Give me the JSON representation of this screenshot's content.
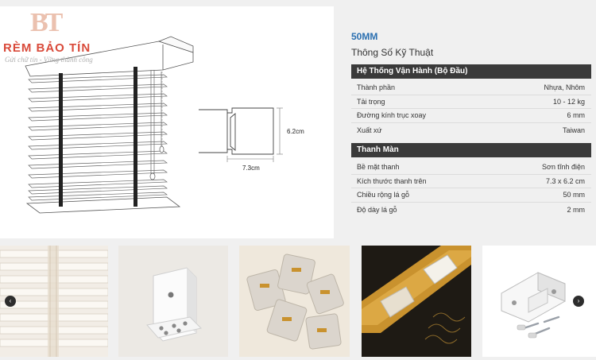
{
  "logo": {
    "mark": "BT",
    "name": "RÈM BẢO TÍN",
    "slogan": "Gửi chữ tín - Vững thành công"
  },
  "diagram": {
    "width_label": "7.3cm",
    "height_label": "6.2cm"
  },
  "spec": {
    "model": "50MM",
    "title": "Thông Số Kỹ Thuật",
    "sections": [
      {
        "heading": "Hệ Thống Vận Hành (Bộ Đầu)",
        "rows": [
          {
            "label": "Thành phần",
            "value": "Nhựa, Nhôm"
          },
          {
            "label": "Tải trọng",
            "value": "10 - 12 kg"
          },
          {
            "label": "Đường kính trục xoay",
            "value": "6 mm"
          },
          {
            "label": "Xuất xứ",
            "value": "Taiwan"
          }
        ]
      },
      {
        "heading": "Thanh Màn",
        "rows": [
          {
            "label": "Bề mặt thanh",
            "value": "Sơn tĩnh điện"
          },
          {
            "label": "Kích thước thanh trên",
            "value": "7.3 x 6.2 cm"
          },
          {
            "label": "Chiều rộng lá gỗ",
            "value": "50 mm"
          },
          {
            "label": "Độ dày lá gỗ",
            "value": "2 mm"
          }
        ]
      }
    ]
  },
  "gallery": {
    "prev_icon": "‹",
    "next_icon": "›",
    "colors": {
      "gold": "#c9922e",
      "dark": "#2d2d2d"
    }
  }
}
